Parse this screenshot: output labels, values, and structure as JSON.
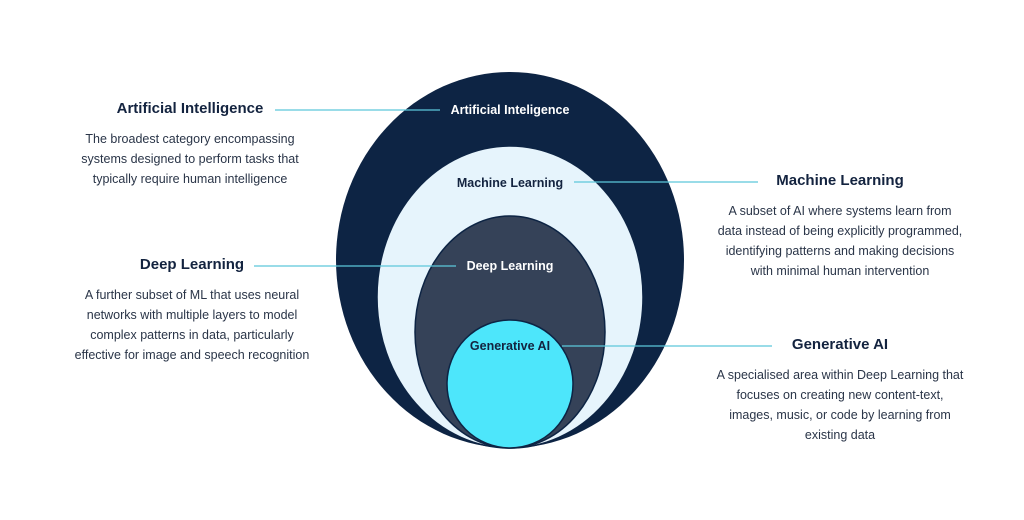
{
  "colors": {
    "ai_ring": "#0d2444",
    "ml_ring": "#e6f4fc",
    "dl_ring": "#354258",
    "gen_ring": "#4de6fb",
    "connector": "#5cc8da",
    "label_light": "#ffffff",
    "label_dark": "#13233f"
  },
  "rings": {
    "ai": {
      "label": "Artificial Inteligence"
    },
    "ml": {
      "label": "Machine Learning"
    },
    "dl": {
      "label": "Deep Learning"
    },
    "gen": {
      "label": "Generative AI"
    }
  },
  "callouts": {
    "ai": {
      "title": "Artificial Intelligence",
      "lines": [
        "The broadest category encompassing",
        "systems designed to perform tasks that",
        "typically require human intelligence"
      ]
    },
    "ml": {
      "title": "Machine Learning",
      "lines": [
        "A subset of AI where systems learn from",
        "data instead of being explicitly programmed,",
        "identifying patterns and making decisions",
        "with minimal human intervention"
      ]
    },
    "dl": {
      "title": "Deep Learning",
      "lines": [
        "A further subset of ML that uses neural",
        "networks with multiple layers to model",
        "complex patterns in data, particularly",
        "effective for image and speech recognition"
      ]
    },
    "gen": {
      "title": "Generative AI",
      "lines": [
        "A specialised area within Deep Learning that",
        "focuses on creating new content-text,",
        "images, music, or code by learning from",
        "existing data"
      ]
    }
  }
}
